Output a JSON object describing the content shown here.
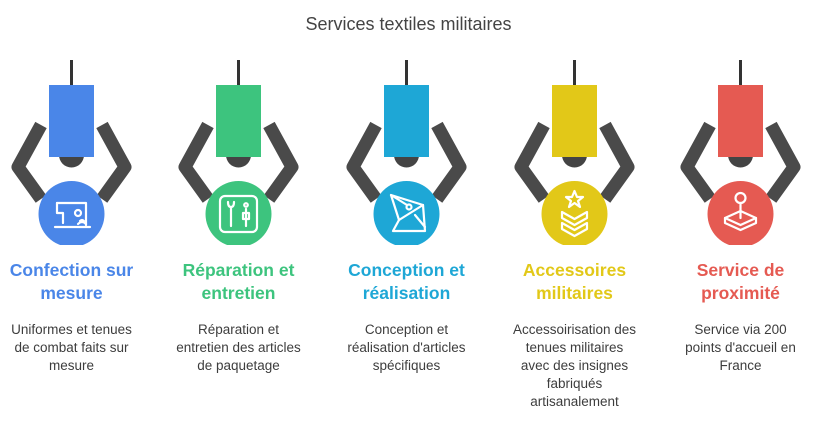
{
  "title": "Services textiles militaires",
  "items": [
    {
      "icon": "sewing-machine-icon",
      "color": "#4a86e8",
      "heading_line1": "Confection sur",
      "heading_line2": "mesure",
      "desc_line1": "Uniformes et tenues",
      "desc_line2": "de combat faits sur",
      "desc_line3": "mesure",
      "desc_line4": "",
      "desc_line5": ""
    },
    {
      "icon": "tools-icon",
      "color": "#3dc47e",
      "heading_line1": "Réparation et",
      "heading_line2": "entretien",
      "desc_line1": "Réparation et",
      "desc_line2": "entretien des articles",
      "desc_line3": "de paquetage",
      "desc_line4": "",
      "desc_line5": ""
    },
    {
      "icon": "pen-tool-icon",
      "color": "#1ea7d6",
      "heading_line1": "Conception et",
      "heading_line2": "réalisation",
      "desc_line1": "Conception et",
      "desc_line2": "réalisation d'articles",
      "desc_line3": "spécifiques",
      "desc_line4": "",
      "desc_line5": ""
    },
    {
      "icon": "military-rank-icon",
      "color": "#e2c818",
      "heading_line1": "Accessoires",
      "heading_line2": "militaires",
      "desc_line1": "Accessoirisation des",
      "desc_line2": "tenues militaires",
      "desc_line3": "avec des insignes",
      "desc_line4": "fabriqués",
      "desc_line5": "artisanalement"
    },
    {
      "icon": "map-pin-icon",
      "color": "#e55a52",
      "heading_line1": "Service de",
      "heading_line2": "proximité",
      "desc_line1": "Service via 200",
      "desc_line2": "points d'accueil en",
      "desc_line3": "France",
      "desc_line4": "",
      "desc_line5": ""
    }
  ]
}
